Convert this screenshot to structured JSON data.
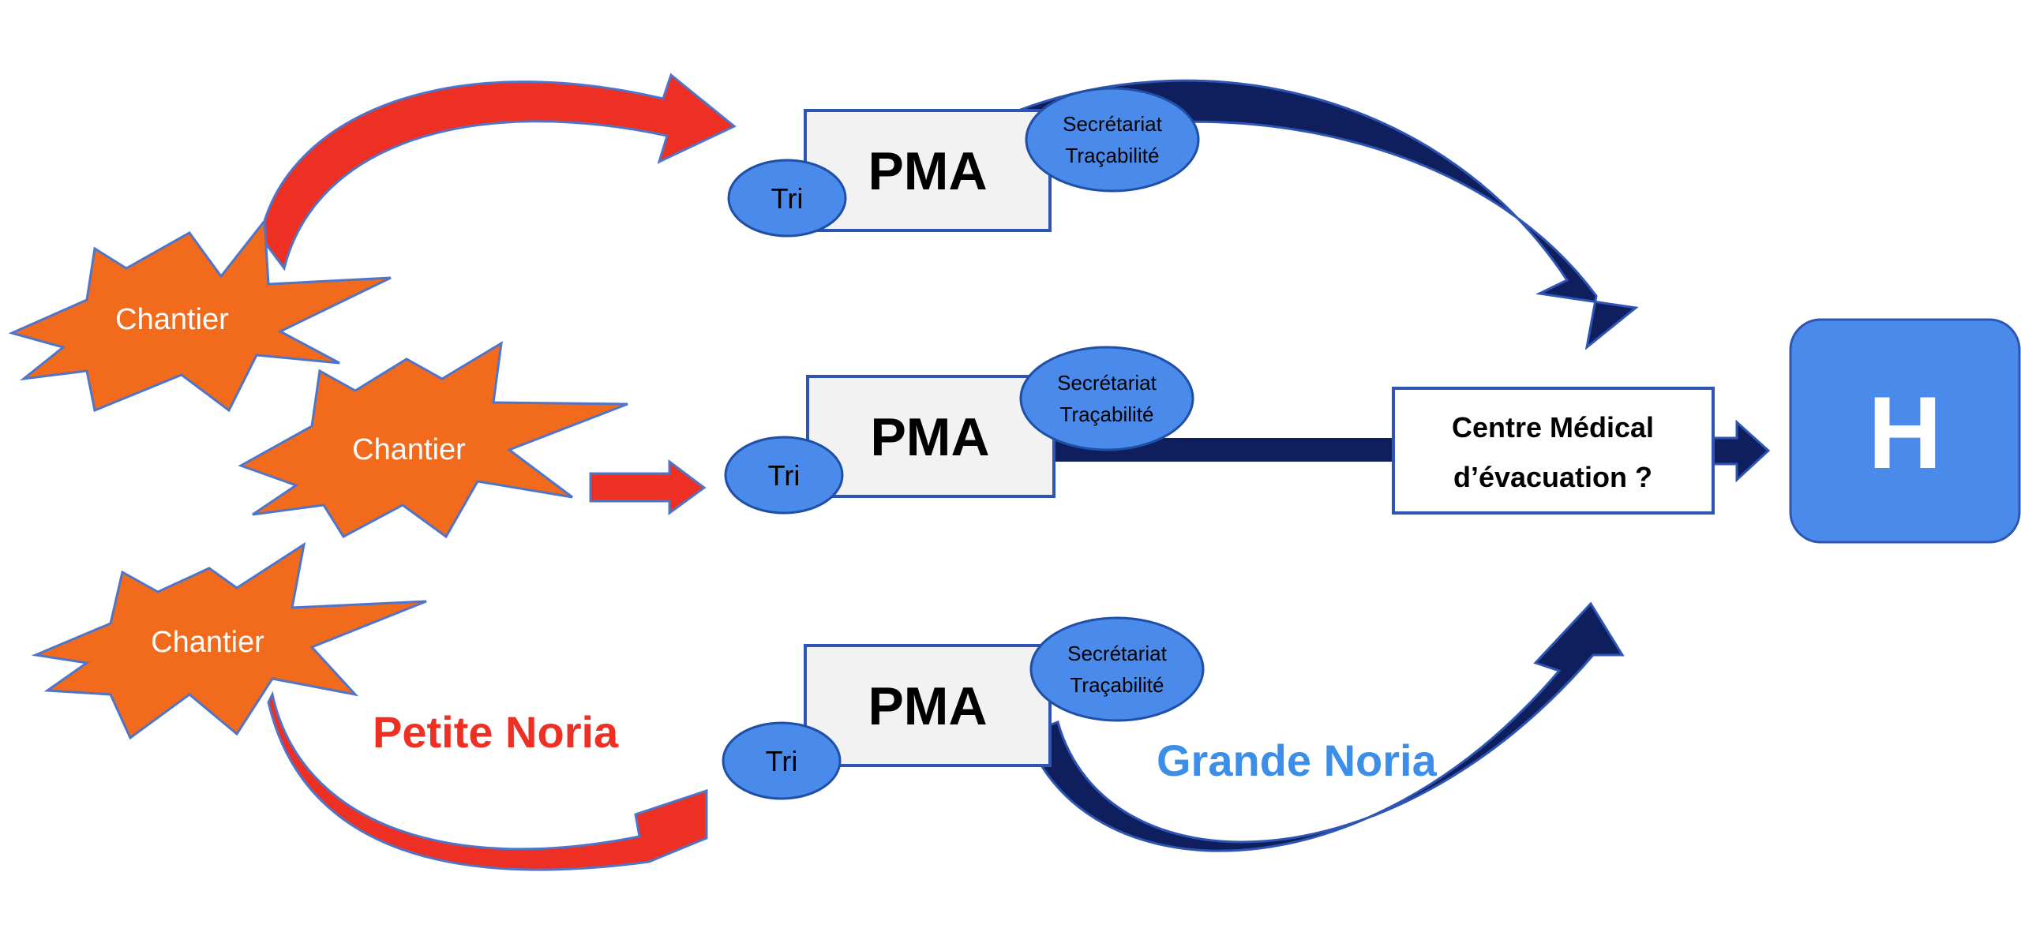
{
  "colors": {
    "starFill": "#F26B1D",
    "starStroke": "#4F74C8",
    "boxFill": "#F2F2F2",
    "boxStroke": "#2F55B4",
    "ovalFill": "#4A8AEB",
    "ovalStroke": "#1F4FA6",
    "redArrow": "#EE2F23",
    "navyArrow": "#0F1E5C",
    "hFill": "#4A8AEB",
    "petite": "#EE2F23",
    "grande": "#3C8EE8"
  },
  "sites": [
    {
      "label": "Chantier"
    },
    {
      "label": "Chantier"
    },
    {
      "label": "Chantier"
    }
  ],
  "pmas": [
    {
      "title": "PMA",
      "tri": "Tri",
      "sec_line1": "Secrétariat",
      "sec_line2": "Traçabilité"
    },
    {
      "title": "PMA",
      "tri": "Tri",
      "sec_line1": "Secrétariat",
      "sec_line2": "Traçabilité"
    },
    {
      "title": "PMA",
      "tri": "Tri",
      "sec_line1": "Secrétariat",
      "sec_line2": "Traçabilité"
    }
  ],
  "center": {
    "line1": "Centre Médical",
    "line2": "d’évacuation ?"
  },
  "hospital": {
    "label": "H"
  },
  "labels": {
    "petite": "Petite Noria",
    "grande": "Grande Noria"
  }
}
